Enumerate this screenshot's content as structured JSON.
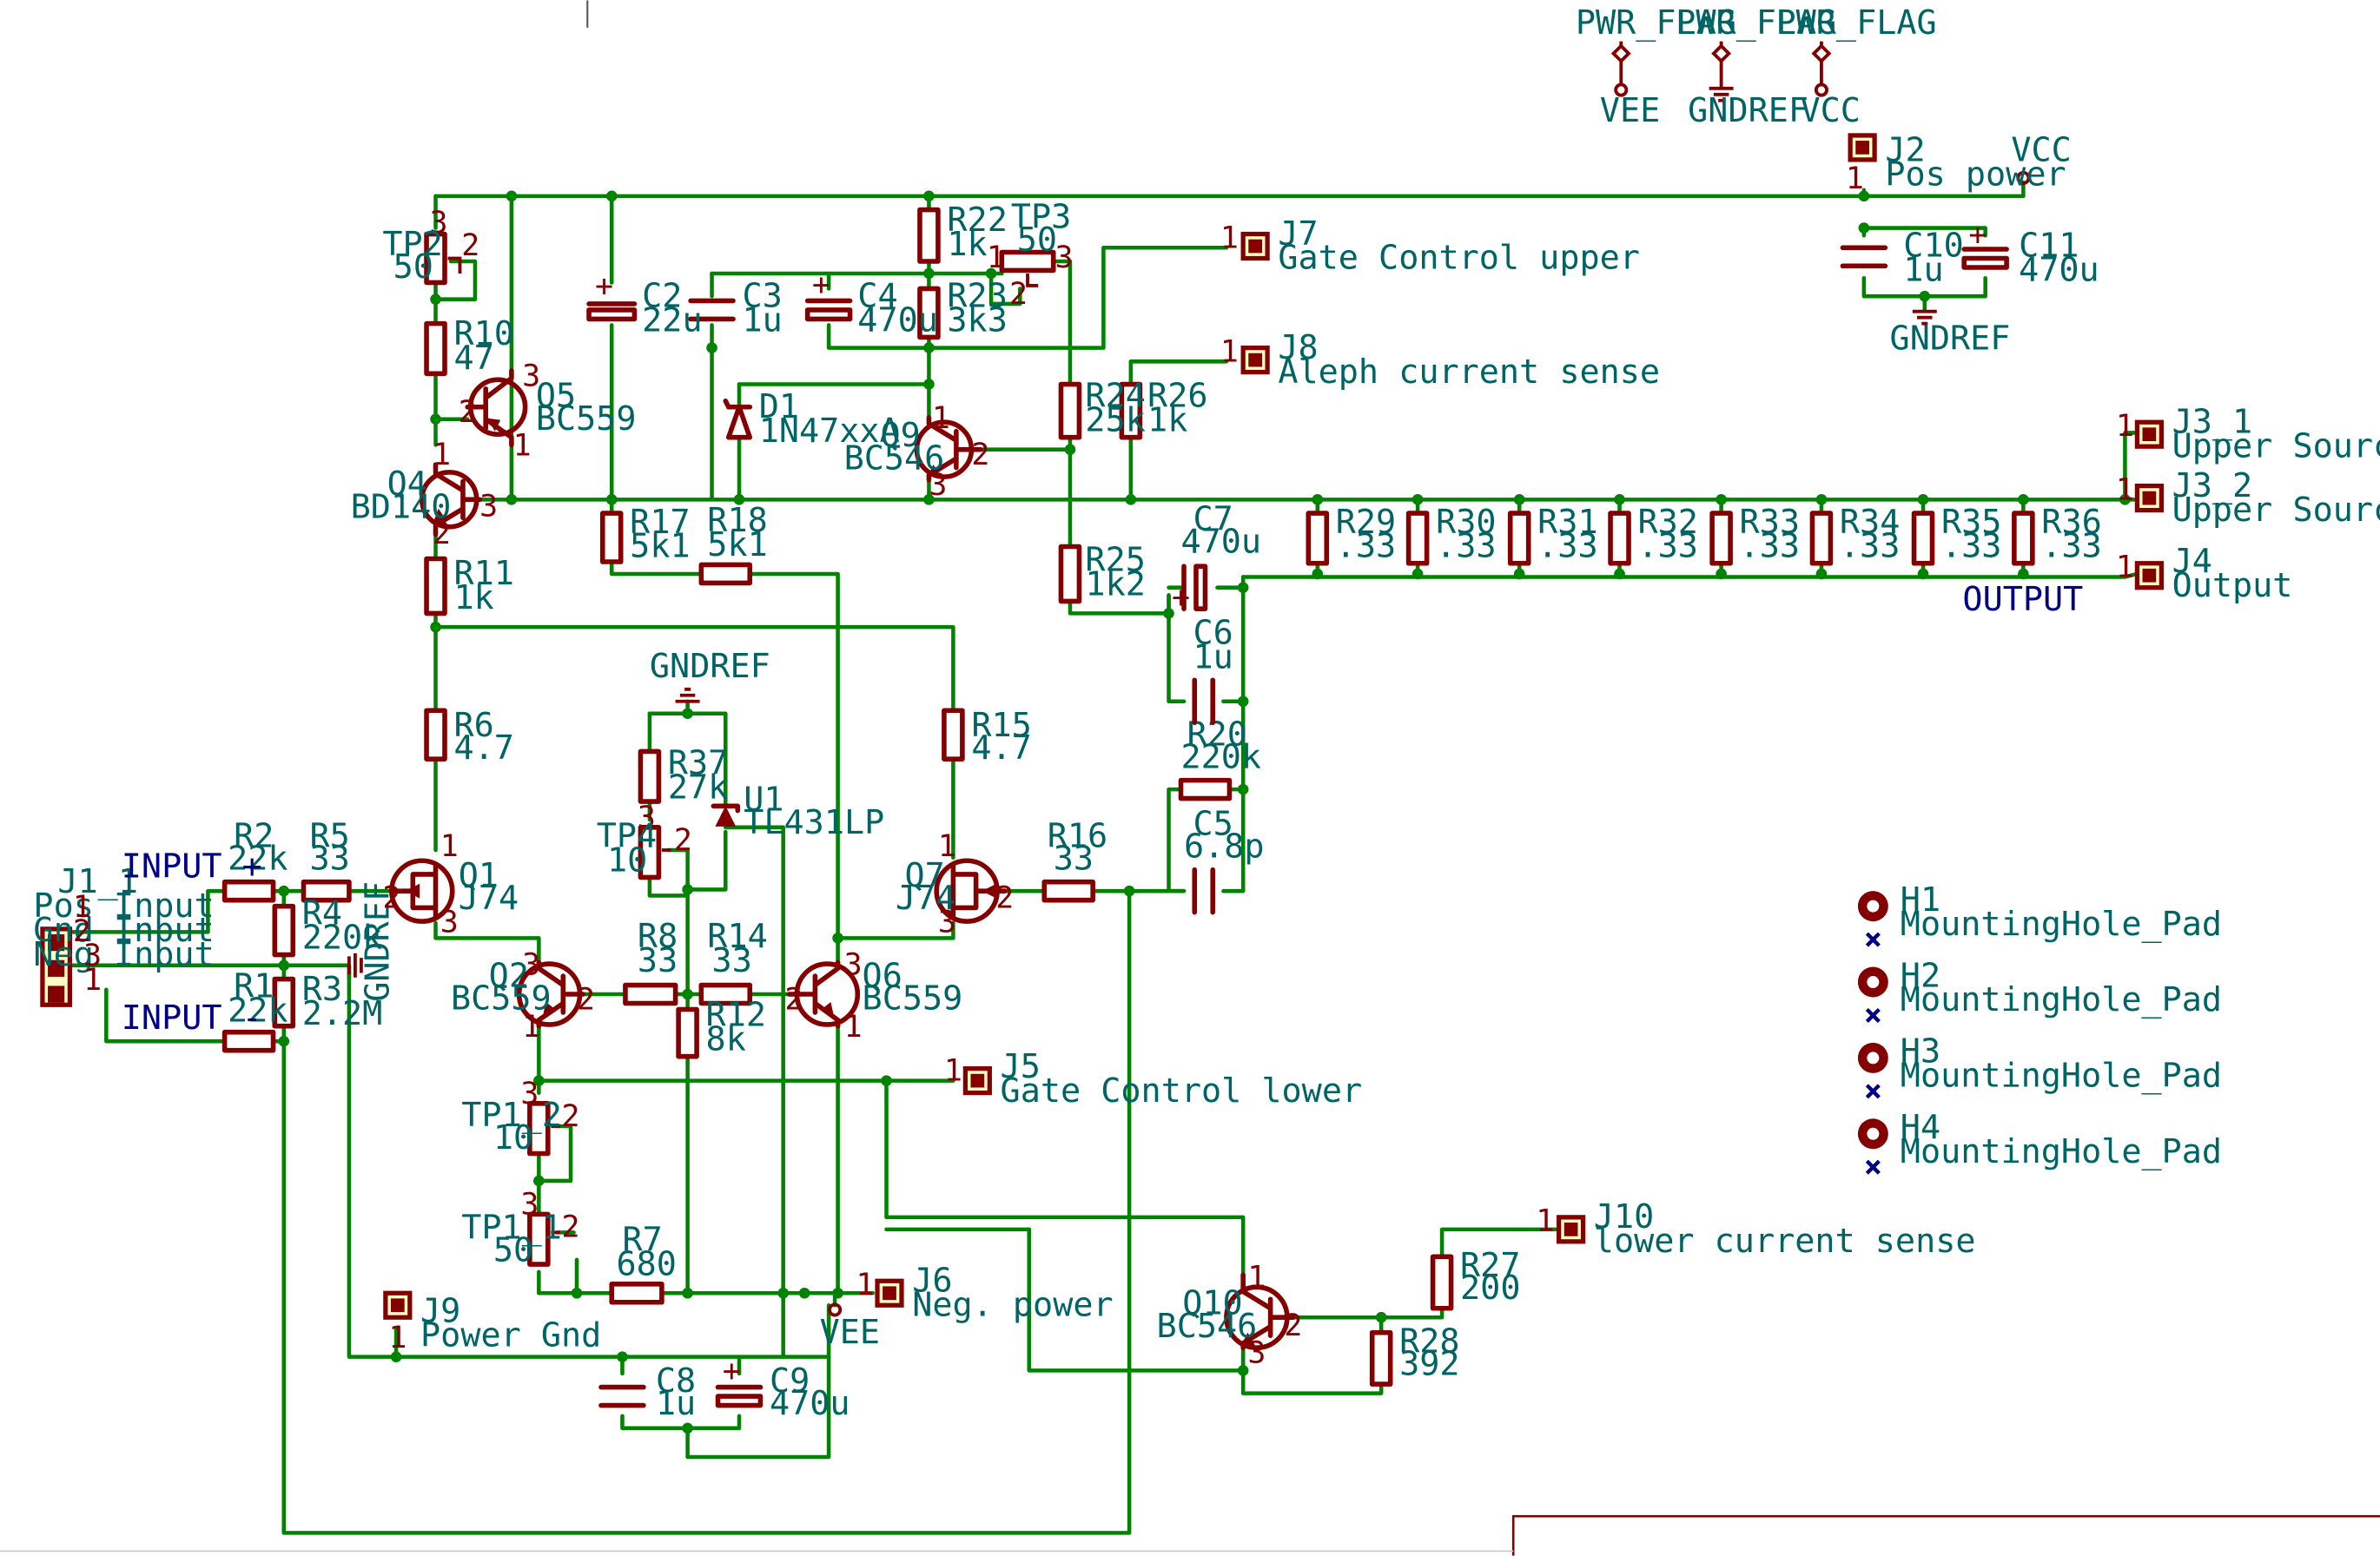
{
  "colors": {
    "wire": "#008400",
    "symbol": "#840000",
    "reference": "#006464",
    "net_label": "#000084",
    "pad_fill": "#ffffc2"
  },
  "power_flags": {
    "title1": "PWR_FLAG",
    "title2": "PWR_FLAG",
    "title3": "PWR_FLAG",
    "vee": "VEE",
    "gndref": "GNDREF",
    "vcc": "VCC"
  },
  "power": {
    "vcc": "VCC",
    "gndref_top": "GNDREF",
    "gndref_mid": "GNDREF",
    "gndref_left": "GNDREF",
    "vee": "VEE"
  },
  "net_labels": {
    "input_pos": "INPUT +",
    "input_neg": "INPUT -",
    "output": "OUTPUT"
  },
  "connectors": {
    "j1": {
      "ref": "J1_1",
      "p1": "Pos Input",
      "p2": "Gnd Input",
      "p3": "Neg Input",
      "n1": "1",
      "n2": "2",
      "n3": "3",
      "n4": "1"
    },
    "j2": {
      "ref": "J2",
      "value": "Pos power",
      "pin": "1"
    },
    "j3_1": {
      "ref": "J3_1",
      "value": "Upper Source Res",
      "pin": "1"
    },
    "j3_2": {
      "ref": "J3_2",
      "value": "Upper Source Res",
      "pin": "1"
    },
    "j4": {
      "ref": "J4",
      "value": "Output",
      "pin": "1"
    },
    "j5": {
      "ref": "J5",
      "value": "Gate Control lower",
      "pin": "1"
    },
    "j6": {
      "ref": "J6",
      "value": "Neg. power",
      "pin": "1"
    },
    "j7": {
      "ref": "J7",
      "value": "Gate Control upper",
      "pin": "1"
    },
    "j8": {
      "ref": "J8",
      "value": "Aleph current sense",
      "pin": "1"
    },
    "j9": {
      "ref": "J9",
      "value": "Power Gnd",
      "pin": "1"
    },
    "j10": {
      "ref": "J10",
      "value": "lower current sense",
      "pin": "1"
    }
  },
  "resistors": {
    "r1": {
      "ref": "R1",
      "value": "22k"
    },
    "r2": {
      "ref": "R2",
      "value": "22k"
    },
    "r3": {
      "ref": "R3",
      "value": "2.2M"
    },
    "r4": {
      "ref": "R4",
      "value": "220k"
    },
    "r5": {
      "ref": "R5",
      "value": "33"
    },
    "r6": {
      "ref": "R6",
      "value": "4.7"
    },
    "r7": {
      "ref": "R7",
      "value": "680"
    },
    "r8": {
      "ref": "R8",
      "value": "33"
    },
    "r10": {
      "ref": "R10",
      "value": "47"
    },
    "r11": {
      "ref": "R11",
      "value": "1k"
    },
    "r12": {
      "ref": "R12",
      "value": "8k"
    },
    "r14": {
      "ref": "R14",
      "value": "33"
    },
    "r15": {
      "ref": "R15",
      "value": "4.7"
    },
    "r16": {
      "ref": "R16",
      "value": "33"
    },
    "r17": {
      "ref": "R17",
      "value": "5k1"
    },
    "r18": {
      "ref": "R18",
      "value": "5k1"
    },
    "r20": {
      "ref": "R20",
      "value": "220k"
    },
    "r22": {
      "ref": "R22",
      "value": "1k"
    },
    "r23": {
      "ref": "R23",
      "value": "3k3"
    },
    "r24": {
      "ref": "R24",
      "value": "25k"
    },
    "r25": {
      "ref": "R25",
      "value": "1k2"
    },
    "r26": {
      "ref": "R26",
      "value": "1k"
    },
    "r27": {
      "ref": "R27",
      "value": "200"
    },
    "r28": {
      "ref": "R28",
      "value": "392"
    },
    "r37": {
      "ref": "R37",
      "value": "27k"
    },
    "r29": {
      "ref": "R29",
      "value": ".33"
    },
    "r30": {
      "ref": "R30",
      "value": ".33"
    },
    "r31": {
      "ref": "R31",
      "value": ".33"
    },
    "r32": {
      "ref": "R32",
      "value": ".33"
    },
    "r33": {
      "ref": "R33",
      "value": ".33"
    },
    "r34": {
      "ref": "R34",
      "value": ".33"
    },
    "r35": {
      "ref": "R35",
      "value": ".33"
    },
    "r36": {
      "ref": "R36",
      "value": ".33"
    }
  },
  "capacitors": {
    "c2": {
      "ref": "C2",
      "value": "22u"
    },
    "c3": {
      "ref": "C3",
      "value": "1u"
    },
    "c4": {
      "ref": "C4",
      "value": "470u"
    },
    "c5": {
      "ref": "C5",
      "value": "6.8p"
    },
    "c6": {
      "ref": "C6",
      "value": "1u"
    },
    "c7": {
      "ref": "C7",
      "value": "470u"
    },
    "c8": {
      "ref": "C8",
      "value": "1u"
    },
    "c9": {
      "ref": "C9",
      "value": "470u"
    },
    "c10": {
      "ref": "C10",
      "value": "1u"
    },
    "c11": {
      "ref": "C11",
      "value": "470u"
    }
  },
  "trimmers": {
    "tp1_1": {
      "ref": "TP1_1",
      "value": "50"
    },
    "tp1_2": {
      "ref": "TP1_2",
      "value": "10"
    },
    "tp2": {
      "ref": "TP2",
      "value": "50"
    },
    "tp3": {
      "ref": "TP3",
      "value": "50"
    },
    "tp4": {
      "ref": "TP4",
      "value": "10"
    }
  },
  "transistors": {
    "q1": {
      "ref": "Q1",
      "value": "J74"
    },
    "q2": {
      "ref": "Q2",
      "value": "BC559"
    },
    "q4": {
      "ref": "Q4",
      "value": "BD140"
    },
    "q5": {
      "ref": "Q5",
      "value": "BC559"
    },
    "q6": {
      "ref": "Q6",
      "value": "BC559"
    },
    "q7": {
      "ref": "Q7",
      "value": "J74"
    },
    "q9": {
      "ref": "Q9",
      "value": "BC546"
    },
    "q10": {
      "ref": "Q10",
      "value": "BC546"
    }
  },
  "semis": {
    "d1": {
      "ref": "D1",
      "value": "1N47xxA"
    },
    "u1": {
      "ref": "U1",
      "value": "TL431LP"
    }
  },
  "mounting_holes": [
    {
      "ref": "H1",
      "value": "MountingHole_Pad"
    },
    {
      "ref": "H2",
      "value": "MountingHole_Pad"
    },
    {
      "ref": "H3",
      "value": "MountingHole_Pad"
    },
    {
      "ref": "H4",
      "value": "MountingHole_Pad"
    }
  ],
  "pin_numbers": {
    "one": "1",
    "two": "2",
    "three": "3"
  }
}
